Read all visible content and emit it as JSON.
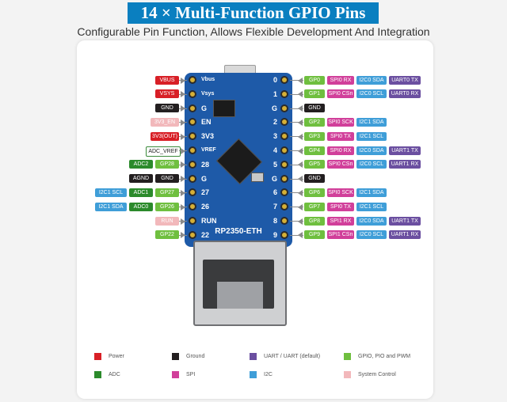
{
  "title": "14 × Multi-Function GPIO Pins",
  "subtitle": "Configurable Pin Function, Allows Flexible Development And Integration",
  "board_name": "RP2350-ETH",
  "left_pins": [
    "Vbus",
    "Vsys",
    "G",
    "EN",
    "3V3",
    "VREF",
    "28",
    "G",
    "27",
    "26",
    "RUN",
    "22"
  ],
  "right_pins": [
    "0",
    "1",
    "G",
    "2",
    "3",
    "4",
    "5",
    "G",
    "6",
    "7",
    "8",
    "9"
  ],
  "left_labels": [
    [
      "VBUS"
    ],
    [
      "VSYS"
    ],
    [
      "GND"
    ],
    [
      "3V3_EN"
    ],
    [
      "3V3(OUT)"
    ],
    [
      "ADC_VREF"
    ],
    [
      "ADC2",
      "GP28"
    ],
    [
      "AGND",
      "GND"
    ],
    [
      "I2C1 SCL",
      "ADC1",
      "GP27"
    ],
    [
      "I2C1 SDA",
      "ADC0",
      "GP26"
    ],
    [
      "RUN"
    ],
    [
      "GP22"
    ]
  ],
  "right_labels": [
    [
      "GP0",
      "SPI0 RX",
      "I2C0 SDA",
      "UART0 TX"
    ],
    [
      "GP1",
      "SPI0 CSn",
      "I2C0 SCL",
      "UART0 RX"
    ],
    [
      "GND"
    ],
    [
      "GP2",
      "SPI0 SCK",
      "I2C1 SDA"
    ],
    [
      "GP3",
      "SPI0 TX",
      "I2C1 SCL"
    ],
    [
      "GP4",
      "SPI0 RX",
      "I2C0 SDA",
      "UART1 TX"
    ],
    [
      "GP5",
      "SPI0 CSn",
      "I2C0 SCL",
      "UART1 RX"
    ],
    [
      "GND"
    ],
    [
      "GP6",
      "SPI0 SCK",
      "I2C1 SDA"
    ],
    [
      "GP7",
      "SPI0 TX",
      "I2C1 SCL"
    ],
    [
      "GP8",
      "SPI1 RX",
      "I2C0 SDA",
      "UART1 TX"
    ],
    [
      "GP9",
      "SPI1 CSn",
      "I2C0 SCL",
      "UART1 RX"
    ]
  ],
  "legend": [
    {
      "label": "Power",
      "color": "#d81f26"
    },
    {
      "label": "Ground",
      "color": "#231f20"
    },
    {
      "label": "UART / UART (default)",
      "color": "#6b4fa0"
    },
    {
      "label": "GPIO, PIO and PWM",
      "color": "#6fbf3f"
    },
    {
      "label": "ADC",
      "color": "#2b8a2b"
    },
    {
      "label": "SPI",
      "color": "#d13f9a"
    },
    {
      "label": "I2C",
      "color": "#3f9ed8"
    },
    {
      "label": "System Control",
      "color": "#f2b8bb"
    }
  ]
}
